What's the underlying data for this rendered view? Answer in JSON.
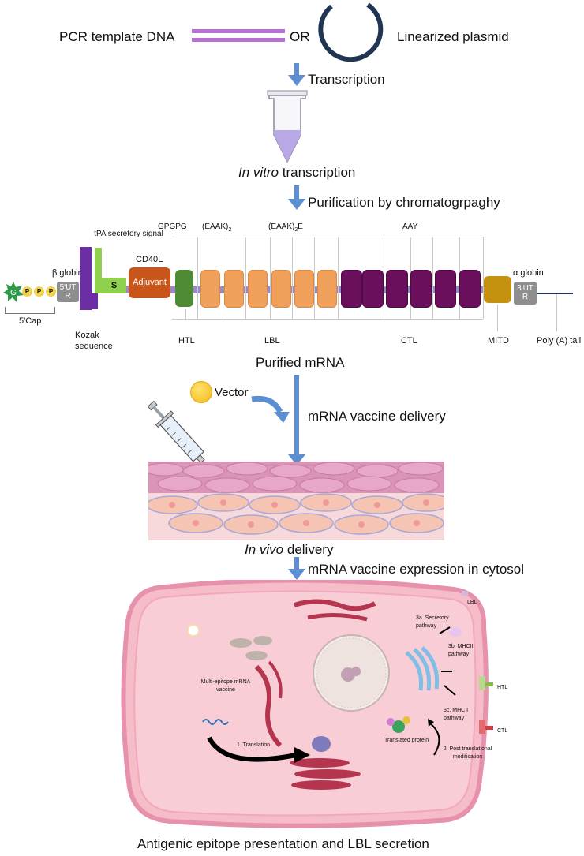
{
  "step1": {
    "template_label": "PCR template DNA",
    "or_label": "OR",
    "plasmid_label": "Linearized plasmid",
    "transcription_label": "Transcription"
  },
  "step2": {
    "ivt_italic": "In vitro",
    "ivt_rest": " transcription",
    "purification_label": "Purification by chromatogrpaghy"
  },
  "construct": {
    "cap_g": "G",
    "cap_p": "P",
    "cap_label": "5'Cap",
    "beta_globin": "β globin",
    "utr5": "5'UT R",
    "kozak": "Kozak sequence",
    "tpa": "tPA secretory signal",
    "s_block": "S",
    "cd40l": "CD40L",
    "adjuvant": "Adjuvant",
    "gpgpg": "GPGPG",
    "eaak2": "(EAAK)",
    "eaak2_sub": "2",
    "eaak2e": "(EAAK)",
    "eaak2e_sub": "2",
    "eaak2e_end": "E",
    "aay": "AAY",
    "htl": "HTL",
    "lbl": "LBL",
    "ctl": "CTL",
    "mitd": "MITD",
    "alpha_globin": "α globin",
    "utr3": "3'UT R",
    "polya": "Poly (A) tail"
  },
  "step3": {
    "purified": "Purified mRNA",
    "vector": "Vector",
    "delivery": "mRNA vaccine delivery",
    "invivo_italic": "In vivo",
    "invivo_rest": " delivery",
    "expression": "mRNA  vaccine expression in cytosol"
  },
  "cell": {
    "multi_epitope": "Multi-epitope mRNA vaccine",
    "translation": "1. Translation",
    "translated_protein": "Translated protein",
    "post_translational": "2. Post translational modification",
    "secretory": "3a. Secretory pathway",
    "mhcii": "3b. MHCII pathway",
    "mhci": "3c. MHC I pathway",
    "lbl": "LBL",
    "htl": "HTL",
    "ctl": "CTL"
  },
  "caption": "Antigenic epitope presentation and LBL secretion",
  "colors": {
    "arrow": "#5b8fd1",
    "orange_block": "#f0a05a",
    "purple_block": "#6a0f5c",
    "htl_block": "#4f8a35",
    "adjuvant_block": "#c8561a",
    "mitd_block": "#c4920f",
    "s_block": "#8fd14f",
    "kozak_block": "#6b2fa3",
    "cell_membrane": "#e792ad"
  }
}
